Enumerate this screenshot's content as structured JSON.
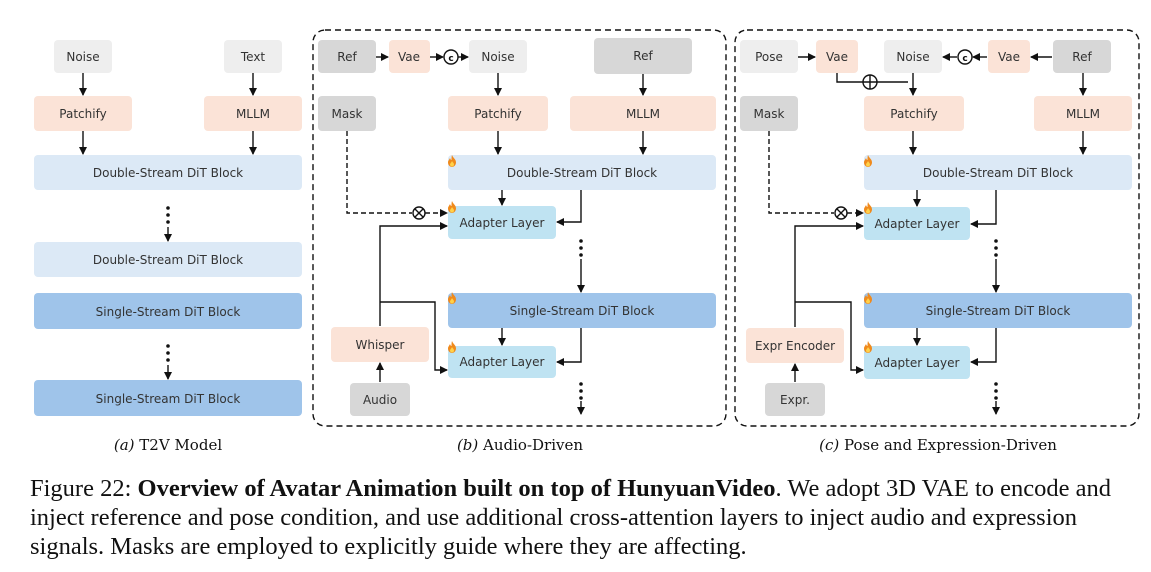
{
  "labels": {
    "noise": "Noise",
    "text": "Text",
    "patchify": "Patchify",
    "mllm": "MLLM",
    "double_stream": "Double-Stream DiT Block",
    "single_stream": "Single-Stream DiT Block",
    "ref": "Ref",
    "vae": "Vae",
    "mask": "Mask",
    "adapter": "Adapter Layer",
    "whisper": "Whisper",
    "audio": "Audio",
    "pose": "Pose",
    "expr_encoder": "Expr Encoder",
    "expr": "Expr.",
    "concat_symbol": "c"
  },
  "panels": {
    "a": {
      "prefix": "(a)",
      "name": " T2V Model"
    },
    "b": {
      "prefix": "(b)",
      "name": " Audio-Driven"
    },
    "c": {
      "prefix": "(c)",
      "name": " Pose and Expression-Driven"
    }
  },
  "caption": {
    "figure_label": "Figure 22: ",
    "title": "Overview of Avatar Animation built on top of HunyuanVideo",
    "body": ". We adopt 3D VAE to encode and inject reference and pose condition, and use additional cross-attention layers to inject audio and expression signals. Masks are employed to explicitly guide where they are affecting."
  },
  "colors": {
    "gray": "#eeeeee",
    "dark_gray": "#d7d7d7",
    "peach": "#fbe3d7",
    "light_blue": "#dce9f6",
    "mid_blue": "#9fc4ea",
    "cyan": "#bfe3f2",
    "flame": "#f08a1c"
  }
}
